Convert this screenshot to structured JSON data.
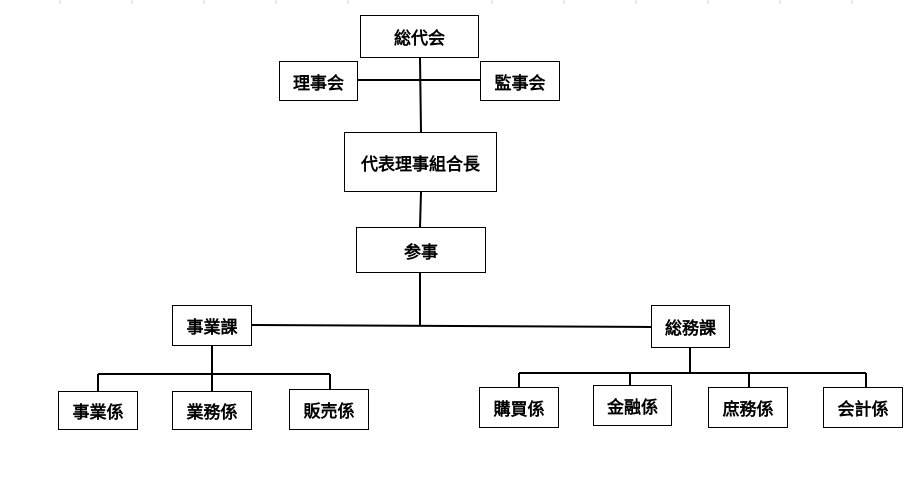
{
  "org_chart": {
    "general_assembly": "総代会",
    "board": "理事会",
    "auditors": "監事会",
    "representative": "代表理事組合長",
    "councilor": "参事",
    "business_division": "事業課",
    "general_affairs_division": "総務課",
    "business_units": [
      "事業係",
      "業務係",
      "販売係"
    ],
    "general_affairs_units": [
      "購買係",
      "金融係",
      "庶務係",
      "会計係"
    ]
  },
  "colors": {
    "line": "#000000",
    "box_border": "#000000",
    "background": "#ffffff"
  }
}
